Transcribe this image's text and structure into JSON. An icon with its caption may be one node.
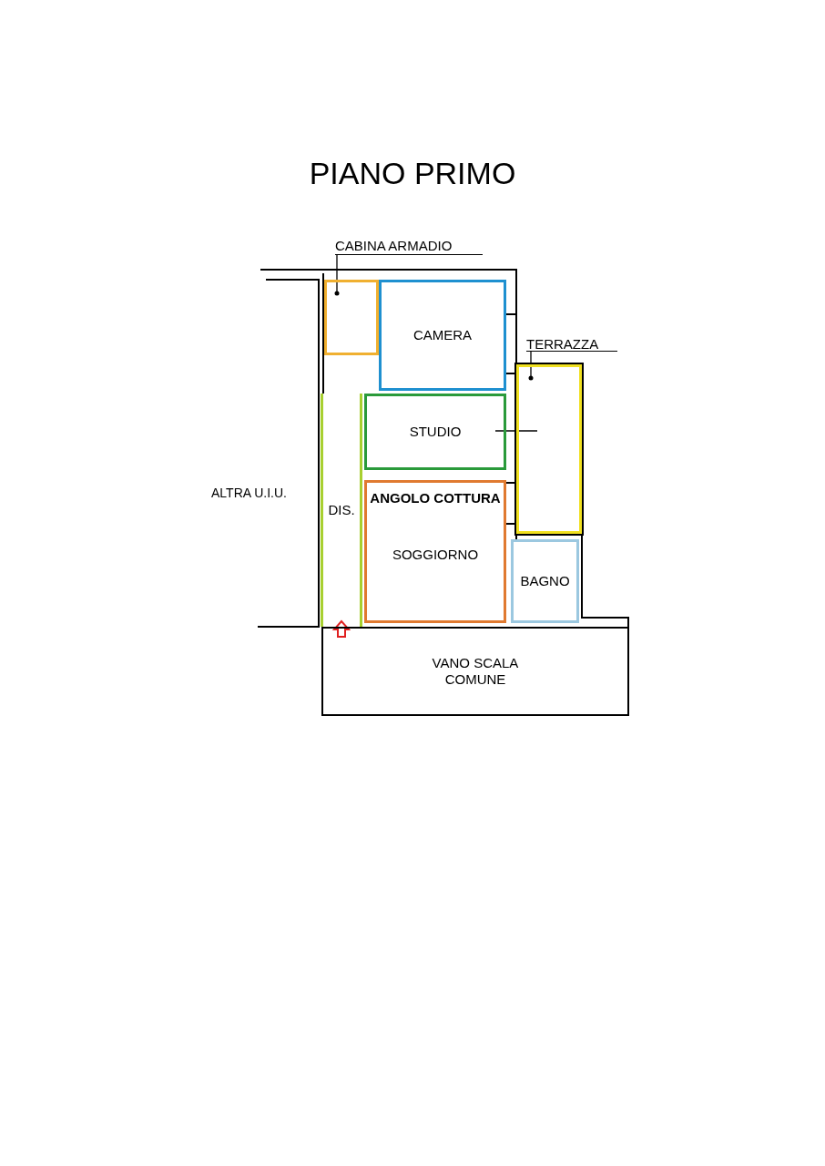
{
  "diagram": {
    "title": "PIANO PRIMO",
    "nodes": [
      {
        "text": [
          "CABINA ARMADIO"
        ]
      },
      {
        "text": [],
        "shape": "box"
      },
      {
        "text": [
          "CAMERA"
        ]
      },
      {
        "text": [
          "TERRAZZA"
        ]
      },
      {
        "text": [],
        "shape": "box"
      },
      {
        "text": [
          "STUDIO"
        ]
      },
      {
        "text": [
          "ANGOLO COTTURA",
          "SOGGIORNO"
        ]
      },
      {
        "text": [
          "DIS."
        ]
      },
      {
        "text": [
          "BAGNO"
        ]
      },
      {
        "text": [
          "VANO SCALA COMUNE"
        ]
      }
    ],
    "edges": [
      {
        "from": 0,
        "to": 1,
        "arrow": "other"
      },
      {
        "from": 3,
        "to": 4,
        "arrow": "other"
      }
    ],
    "labels": [
      "ALTRA U.I.U."
    ]
  }
}
